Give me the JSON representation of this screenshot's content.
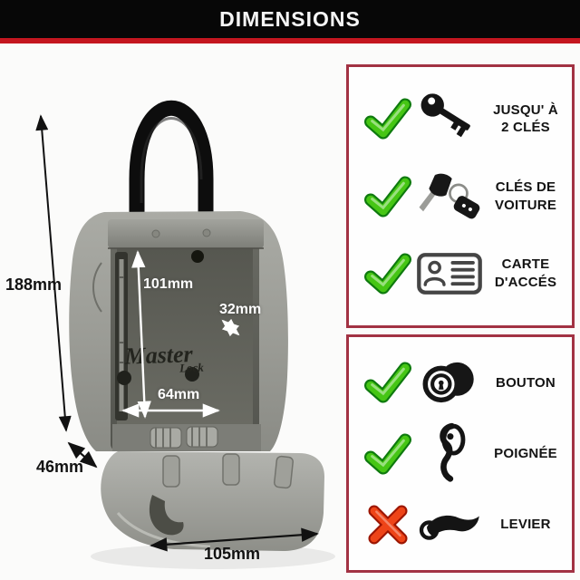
{
  "header": {
    "title": "DIMENSIONS"
  },
  "product": {
    "brand_line1": "Master",
    "brand_line2": "Lock",
    "dim_height": "188mm",
    "dim_depth": "46mm",
    "dim_width": "105mm",
    "dim_inner_height": "101mm",
    "dim_inner_depth": "32mm",
    "dim_inner_width": "64mm"
  },
  "panel_keys": {
    "items": [
      {
        "status": "yes",
        "icon": "key-icon",
        "label": "JUSQU' À\n2 CLÉS"
      },
      {
        "status": "yes",
        "icon": "car-key-icon",
        "label": "CLÉS DE\nVOITURE"
      },
      {
        "status": "yes",
        "icon": "access-card-icon",
        "label": "CARTE\nD'ACCÉS"
      }
    ]
  },
  "panel_hardware": {
    "items": [
      {
        "status": "yes",
        "icon": "door-knob-icon",
        "label": "BOUTON"
      },
      {
        "status": "yes",
        "icon": "door-handle-icon",
        "label": "POIGNÉE"
      },
      {
        "status": "no",
        "icon": "lever-handle-icon",
        "label": "LEVIER"
      }
    ]
  },
  "colors": {
    "header_bg": "#070707",
    "accent_red": "#c4161f",
    "panel_border": "#a23243",
    "check_green": "#2fa50d",
    "cross_red": "#e03212",
    "product_gray": "#9a9b95"
  }
}
